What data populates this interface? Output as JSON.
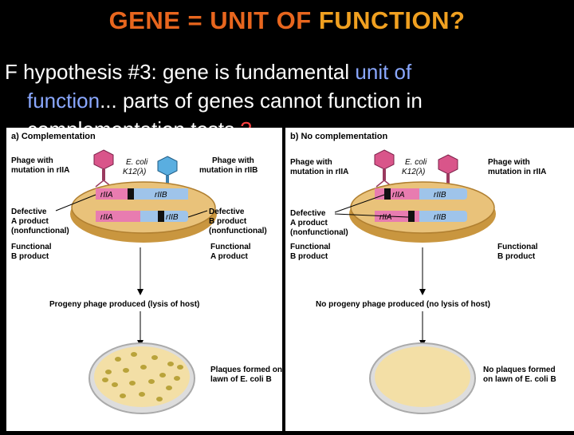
{
  "slide": {
    "title_part1": "GENE = UNIT OF ",
    "title_part2": "FUNCTION?",
    "bullet_marker": "F",
    "bullet_line1_a": " hypothesis #3: gene is fundamental ",
    "bullet_line1_b": "unit of",
    "bullet_line2_a": "function",
    "bullet_line2_b": "... parts of genes cannot function in",
    "bullet_line3": "complementation tests",
    "bullet_q": " ?"
  },
  "panel_a": {
    "heading": "a) Complementation",
    "phage_left_1": "Phage with",
    "phage_left_2": "mutation in rIIA",
    "ecoli_1": "E. coli",
    "ecoli_2": "K12(λ)",
    "phage_right_1": "Phage with",
    "phage_right_2": "mutation in rIIB",
    "gene_riia": "rIIA",
    "gene_riib": "rIIB",
    "defective_left_1": "Defective",
    "defective_left_2": "A product",
    "defective_left_3": "(nonfunctional)",
    "defective_right_1": "Defective",
    "defective_right_2": "B product",
    "defective_right_3": "(nonfunctional)",
    "functional_left_1": "Functional",
    "functional_left_2": "B product",
    "functional_right_1": "Functional",
    "functional_right_2": "A product",
    "result": "Progeny phage produced (lysis of host)",
    "plaques_1": "Plaques formed on",
    "plaques_2": "lawn of E. coli B"
  },
  "panel_b": {
    "heading": "b) No complementation",
    "phage_left_1": "Phage with",
    "phage_left_2": "mutation in rIIA",
    "ecoli_1": "E. coli",
    "ecoli_2": "K12(λ)",
    "phage_right_1": "Phage with",
    "phage_right_2": "mutation in rIIA",
    "gene_riia": "rIIA",
    "gene_riib": "rIIB",
    "defective_1": "Defective",
    "defective_2": "A product",
    "defective_3": "(nonfunctional)",
    "functional_left_1": "Functional",
    "functional_left_2": "B product",
    "functional_right_1": "Functional",
    "functional_right_2": "B product",
    "result": "No progeny phage produced (no lysis of host)",
    "plaques_1": "No plaques formed",
    "plaques_2": "on lawn of E. coli B"
  },
  "colors": {
    "title": "#e8661e",
    "title_highlight": "#f0a020",
    "link_blue": "#8aa8ff",
    "question_red": "#ff4040",
    "cell_tan": "#e9c27a",
    "phage_pink": "#d9558a",
    "phage_blue": "#5aaee0",
    "plate": "#f3dfa6",
    "plaque": "#b9a33a"
  }
}
